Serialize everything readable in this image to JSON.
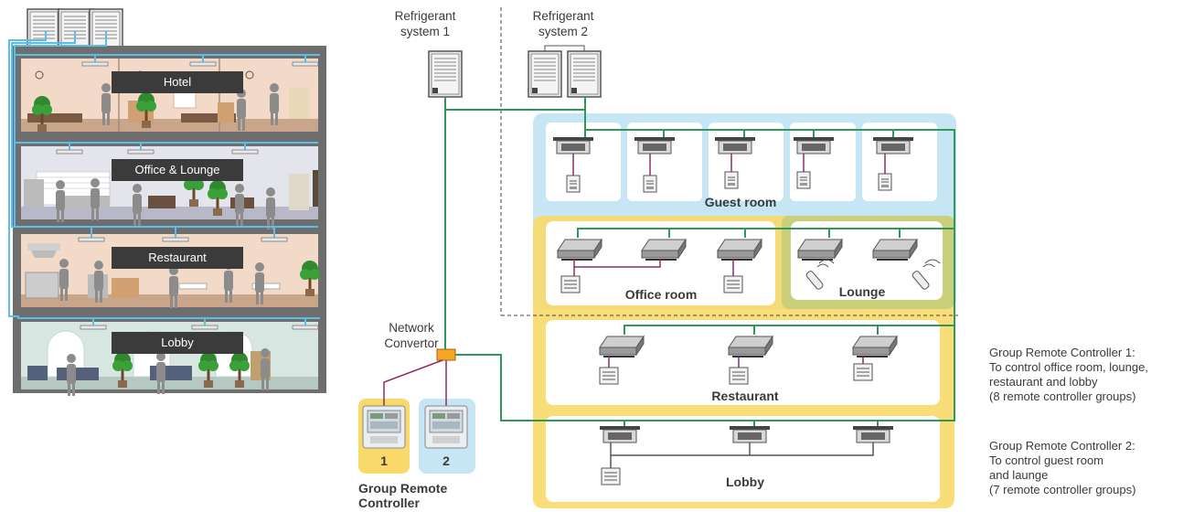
{
  "building": {
    "floors": [
      "Hotel",
      "Office & Lounge",
      "Restaurant",
      "Lobby"
    ]
  },
  "labels": {
    "refrigerant_1_line1": "Refrigerant",
    "refrigerant_1_line2": "system 1",
    "refrigerant_2_line1": "Refrigerant",
    "refrigerant_2_line2": "system 2",
    "network_line1": "Network",
    "network_line2": "Convertor",
    "controller_1": "1",
    "controller_2": "2",
    "group_remote_line1": "Group Remote",
    "group_remote_line2": "Controller"
  },
  "zones": {
    "guest_room": "Guest room",
    "office_room": "Office room",
    "lounge": "Lounge",
    "restaurant": "Restaurant",
    "lobby": "Lobby"
  },
  "notes": {
    "grc1_title": "Group Remote Controller 1:",
    "grc1_line1": "To control office room, lounge,",
    "grc1_line2": "restaurant and lobby",
    "grc1_line3": "(8 remote controller groups)",
    "grc2_title": "Group Remote Controller 2:",
    "grc2_line1": "To control guest room",
    "grc2_line2": "and launge",
    "grc2_line3": "(7 remote controller groups)"
  },
  "colors": {
    "pipe_green": "#2e9a5a",
    "wire_purple": "#8e2a6e",
    "zone_blue": "#c6e6f6",
    "zone_yellow": "#f8d96a",
    "building_frame": "#6e6e6e",
    "refrigerant_pipe_blue": "#5bbde8"
  }
}
